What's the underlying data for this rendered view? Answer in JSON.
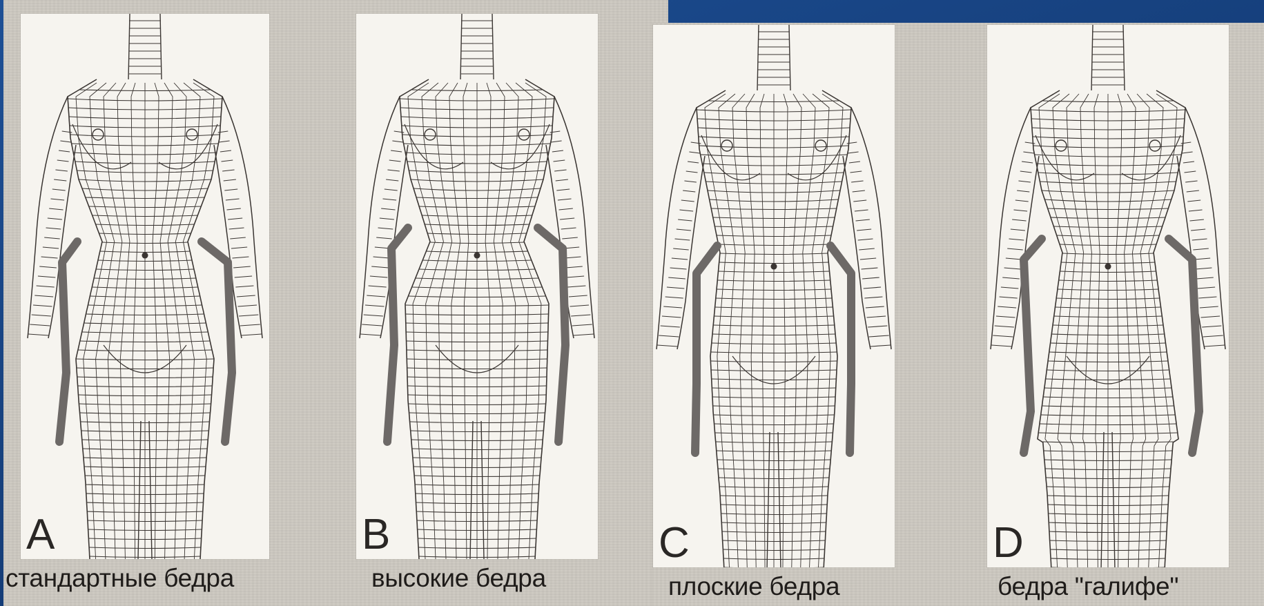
{
  "figure": {
    "panels": [
      {
        "letter": "A",
        "caption": "стандартные бедра"
      },
      {
        "letter": "B",
        "caption": "высокие бедра"
      },
      {
        "letter": "C",
        "caption": "плоские бедра"
      },
      {
        "letter": "D",
        "caption": "бедра \"галифе\""
      }
    ]
  },
  "colors": {
    "slide_background": "#1d4f95",
    "paper": "#cdc9c1",
    "figure_lines": "#3a3532",
    "hip_contour": "#6d6967"
  }
}
